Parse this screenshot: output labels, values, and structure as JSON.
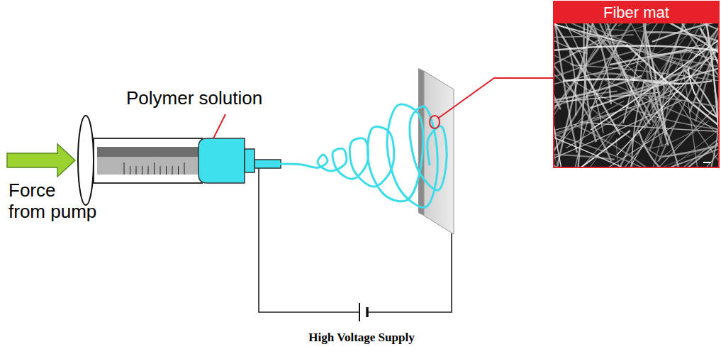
{
  "diagram": {
    "nodes": [
      {
        "text": [
          "Fiber mat"
        ]
      }
    ],
    "labels": [
      "Polymer solution",
      "Force from pump",
      "High Voltage Supply"
    ]
  }
}
